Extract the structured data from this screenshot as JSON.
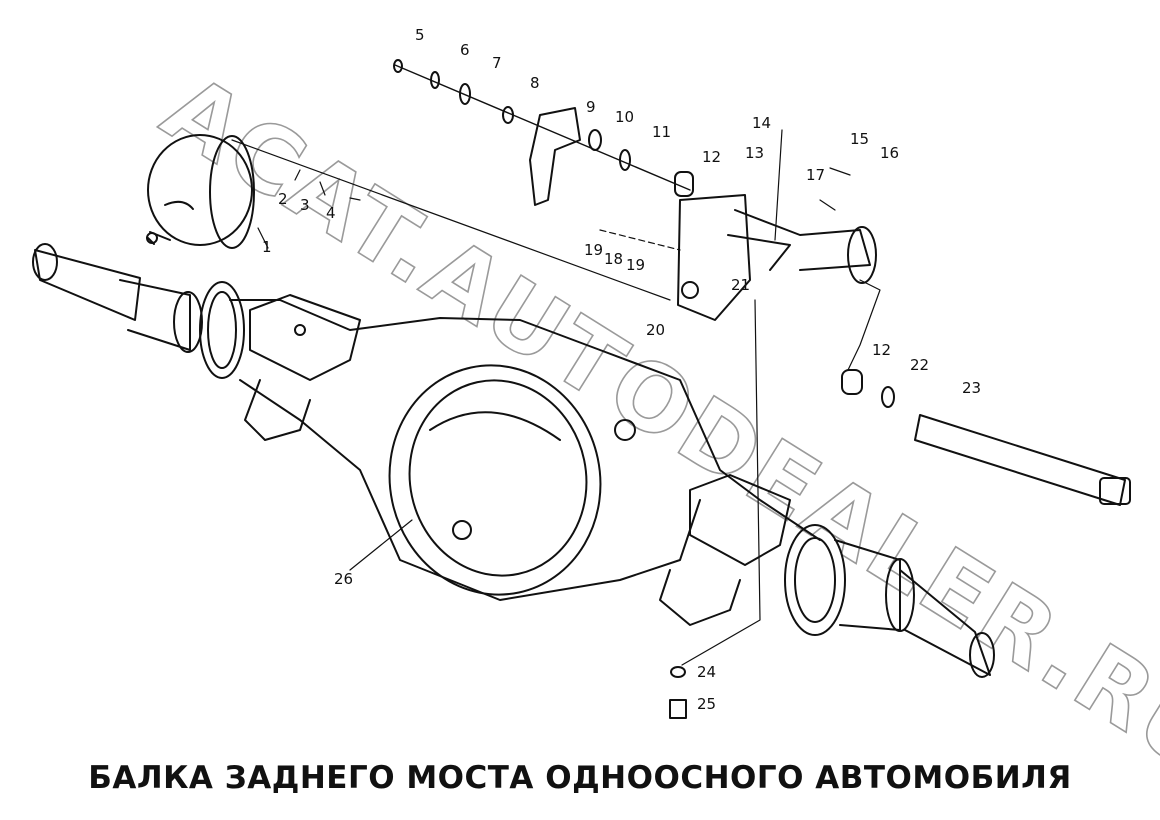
{
  "diagram": {
    "title": "БАЛКА ЗАДНЕГО МОСТА ОДНООСНОГО АВТОМОБИЛЯ",
    "watermark": "ACAT.AUTODEALER.RU",
    "colors": {
      "ink": "#111111",
      "watermark": "#9a9a9a",
      "background": "#ffffff"
    },
    "parts": [
      {
        "id": "p1",
        "label": "1"
      },
      {
        "id": "p2",
        "label": "2"
      },
      {
        "id": "p3",
        "label": "3"
      },
      {
        "id": "p4",
        "label": "4"
      },
      {
        "id": "p5",
        "label": "5"
      },
      {
        "id": "p6",
        "label": "6"
      },
      {
        "id": "p7",
        "label": "7"
      },
      {
        "id": "p8",
        "label": "8"
      },
      {
        "id": "p9",
        "label": "9"
      },
      {
        "id": "p10",
        "label": "10"
      },
      {
        "id": "p11",
        "label": "11"
      },
      {
        "id": "p12a",
        "label": "12"
      },
      {
        "id": "p13",
        "label": "13"
      },
      {
        "id": "p14",
        "label": "14"
      },
      {
        "id": "p15",
        "label": "15"
      },
      {
        "id": "p16",
        "label": "16"
      },
      {
        "id": "p17",
        "label": "17"
      },
      {
        "id": "p19a",
        "label": "19"
      },
      {
        "id": "p18",
        "label": "18"
      },
      {
        "id": "p19b",
        "label": "19"
      },
      {
        "id": "p21",
        "label": "21"
      },
      {
        "id": "p20",
        "label": "20"
      },
      {
        "id": "p12b",
        "label": "12"
      },
      {
        "id": "p22",
        "label": "22"
      },
      {
        "id": "p23",
        "label": "23"
      },
      {
        "id": "p26",
        "label": "26"
      },
      {
        "id": "p24",
        "label": "24"
      },
      {
        "id": "p25",
        "label": "25"
      }
    ]
  }
}
